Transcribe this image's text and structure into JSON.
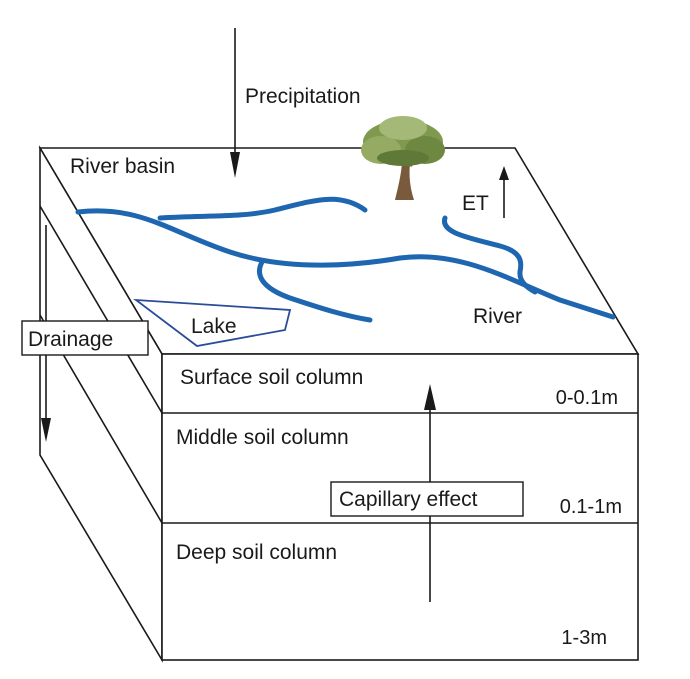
{
  "labels": {
    "precipitation": "Precipitation",
    "river_basin": "River basin",
    "et": "ET",
    "lake": "Lake",
    "river": "River",
    "drainage": "Drainage",
    "capillary_effect": "Capillary effect"
  },
  "layers": [
    {
      "name": "Surface soil column",
      "depth": "0-0.1m"
    },
    {
      "name": "Middle soil column",
      "depth": "0.1-1m"
    },
    {
      "name": "Deep soil column",
      "depth": "1-3m"
    }
  ],
  "colors": {
    "river": "#1f66b0",
    "lake_outline": "#2b4c9b",
    "line": "#1a1a1a",
    "tree_canopy": "#7f9a4e",
    "tree_trunk": "#7a5a3c"
  },
  "icons": {
    "tree": "tree-icon"
  }
}
